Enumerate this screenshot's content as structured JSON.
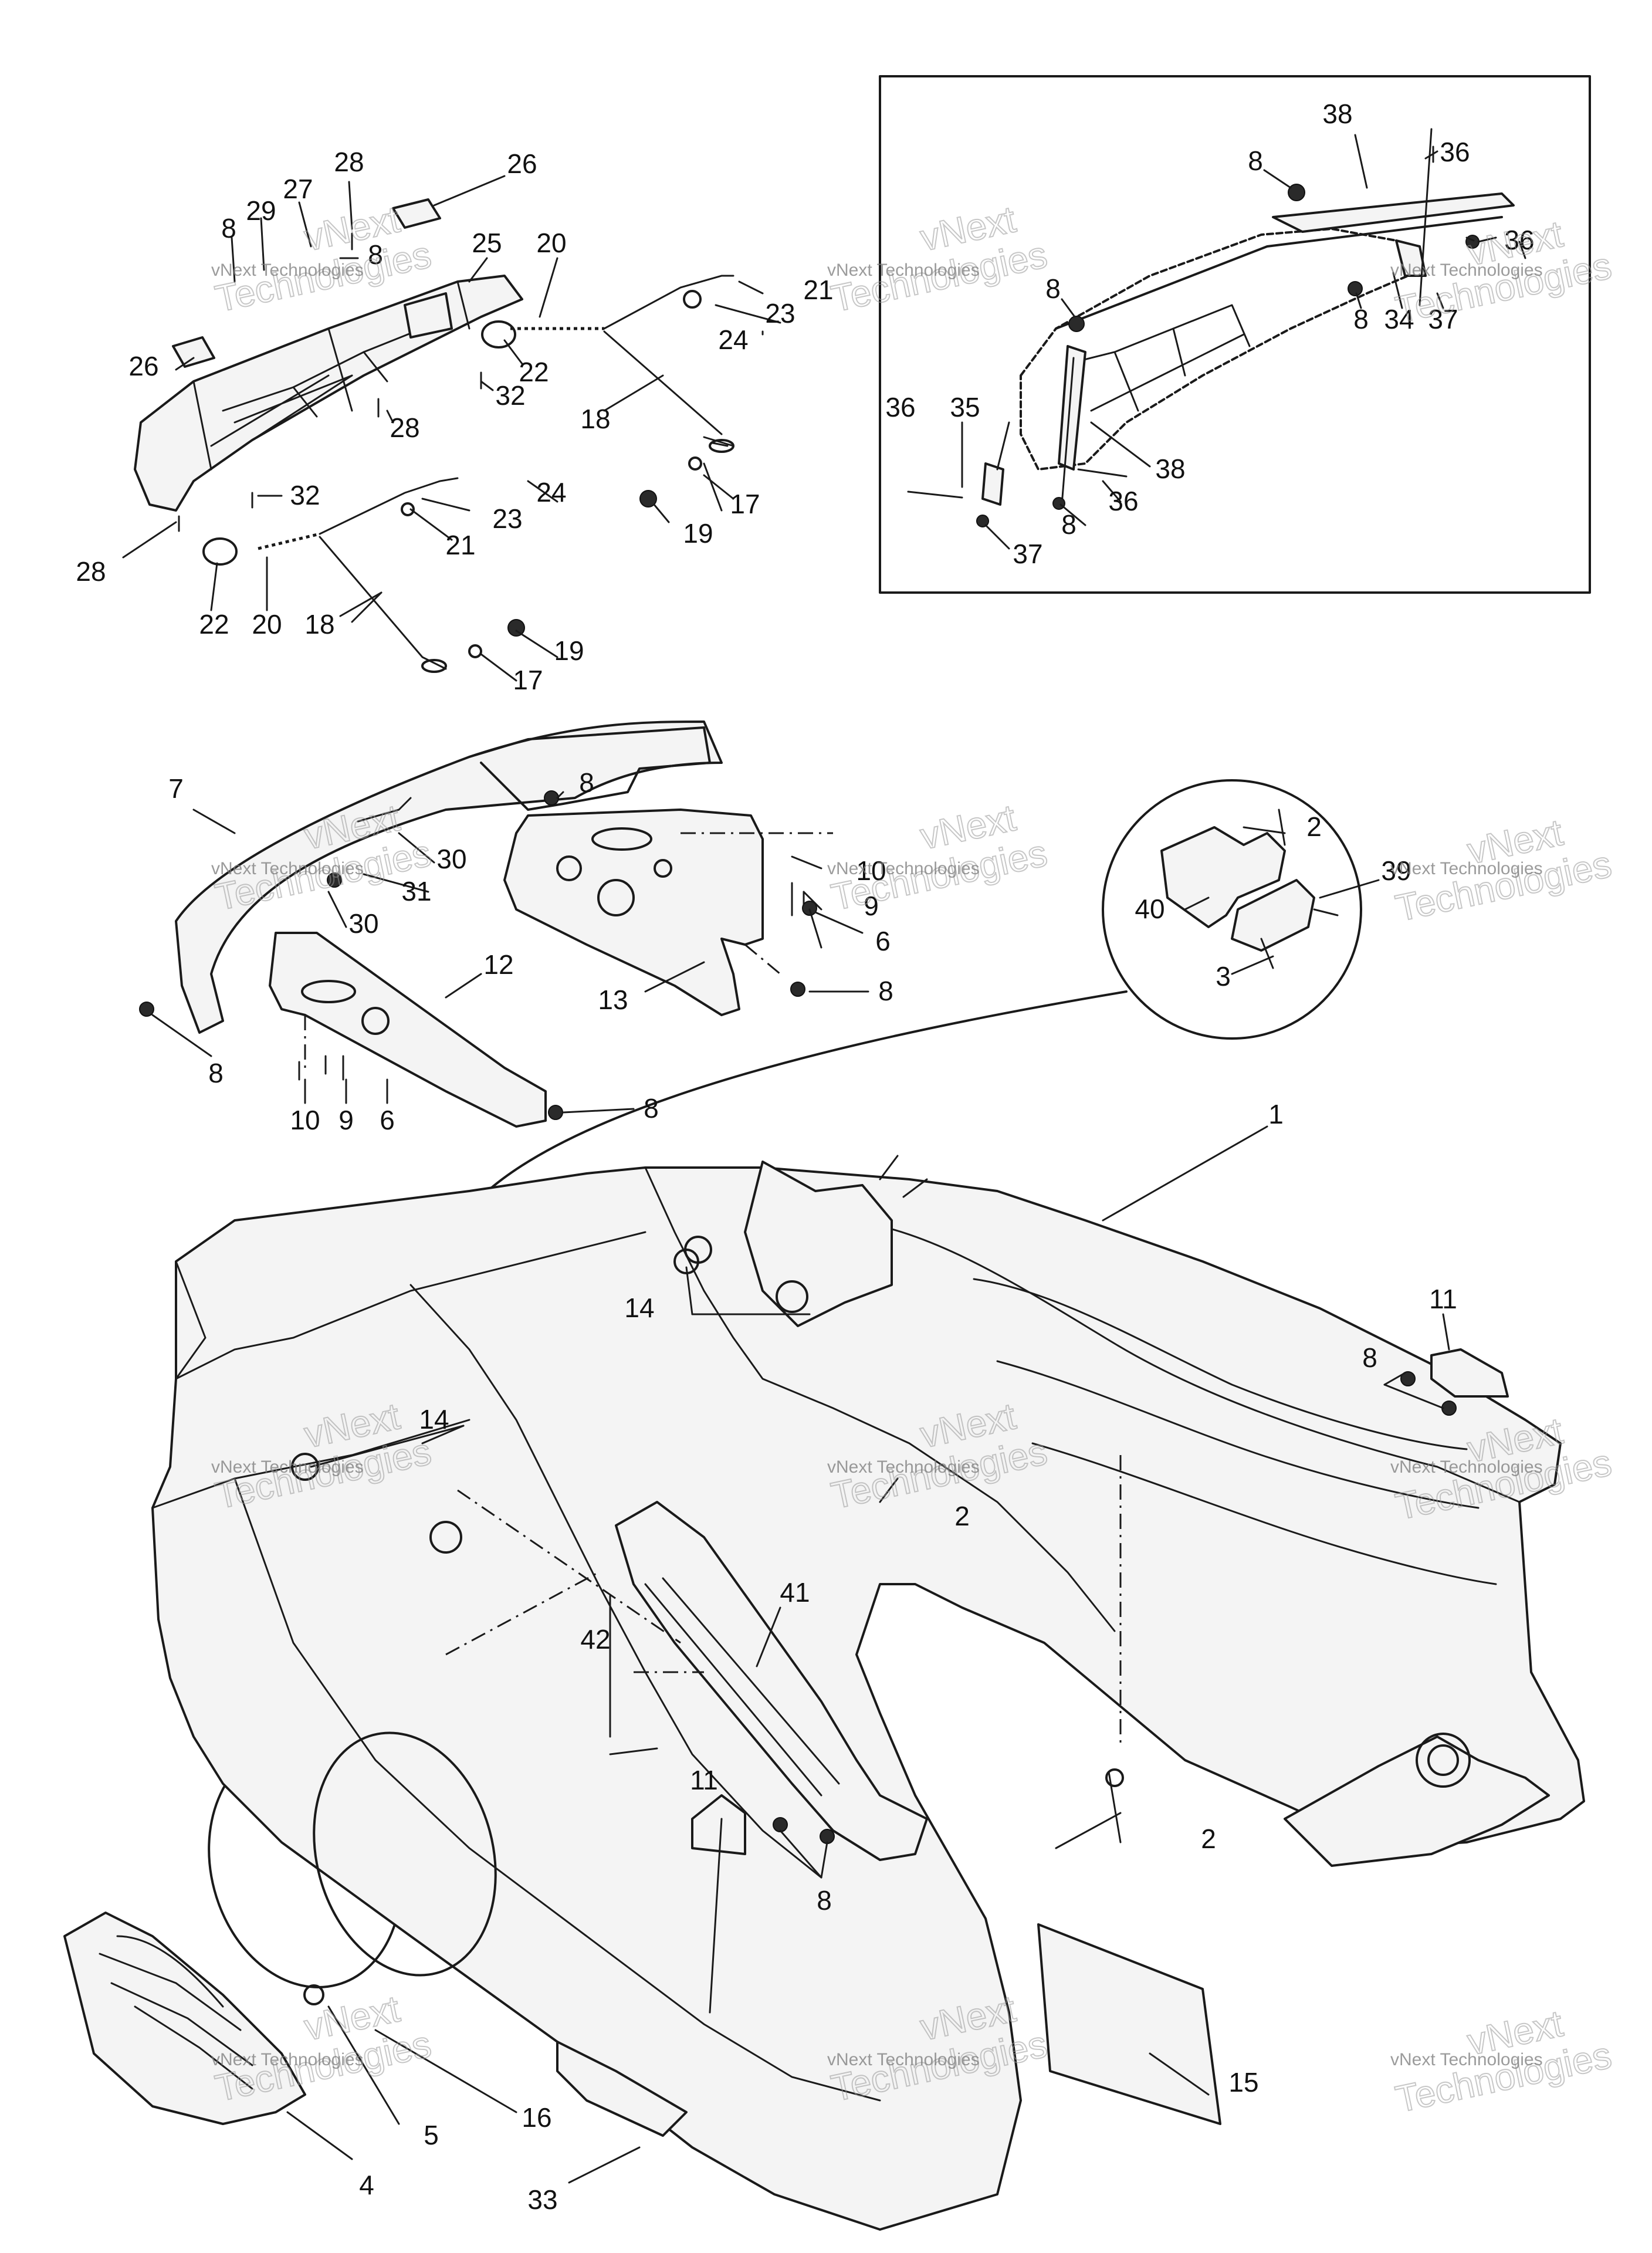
{
  "diagram": {
    "callouts": {
      "c1": "1",
      "c2a": "2",
      "c2b": "2",
      "c2c": "2",
      "c3": "3",
      "c4": "4",
      "c5": "5",
      "c6a": "6",
      "c6b": "6",
      "c7": "7",
      "c8a": "8",
      "c8b": "8",
      "c8c": "8",
      "c8d": "8",
      "c8e": "8",
      "c8f": "8",
      "c8g": "8",
      "c8h": "8",
      "c8i": "8",
      "c8j": "8",
      "c8k": "8",
      "c8l": "8",
      "c9a": "9",
      "c9b": "9",
      "c10a": "10",
      "c10b": "10",
      "c11a": "11",
      "c11b": "11",
      "c12": "12",
      "c13": "13",
      "c14a": "14",
      "c14b": "14",
      "c15": "15",
      "c16": "16",
      "c17a": "17",
      "c17b": "17",
      "c18a": "18",
      "c18b": "18",
      "c19a": "19",
      "c19b": "19",
      "c20a": "20",
      "c20b": "20",
      "c21a": "21",
      "c21b": "21",
      "c22a": "22",
      "c22b": "22",
      "c23a": "23",
      "c23b": "23",
      "c24a": "24",
      "c24b": "24",
      "c25": "25",
      "c26a": "26",
      "c26b": "26",
      "c27": "27",
      "c28a": "28",
      "c28b": "28",
      "c28c": "28",
      "c29": "29",
      "c30a": "30",
      "c30b": "30",
      "c31": "31",
      "c32a": "32",
      "c32b": "32",
      "c33": "33",
      "c34": "34",
      "c35": "35",
      "c36a": "36",
      "c36b": "36",
      "c36c": "36",
      "c36d": "36",
      "c37a": "37",
      "c37b": "37",
      "c38a": "38",
      "c38b": "38",
      "c39": "39",
      "c40": "40",
      "c41": "41",
      "c42": "42"
    },
    "watermark": {
      "line1": "vNext",
      "line2": "Technologies",
      "small": "vNext Technologies"
    }
  }
}
